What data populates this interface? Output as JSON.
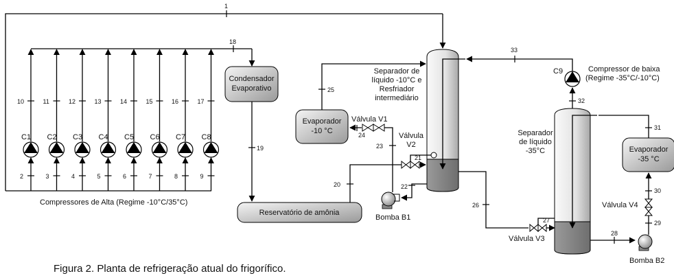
{
  "caption": "Figura 2. Planta de refrigeração atual do frigorífico.",
  "compressors_high": [
    "C1",
    "C2",
    "C3",
    "C4",
    "C5",
    "C6",
    "C7",
    "C8"
  ],
  "compressors_high_label": "Compressores de Alta (Regime -10°C/35°C)",
  "stream_numbers": {
    "discharge": [
      "10",
      "11",
      "12",
      "13",
      "14",
      "15",
      "16",
      "17"
    ],
    "suction": [
      "2",
      "3",
      "4",
      "5",
      "6",
      "7",
      "8",
      "9"
    ],
    "s1": "1",
    "s18": "18",
    "s19": "19",
    "s20": "20",
    "s21": "21",
    "s22": "22",
    "s23": "23",
    "s24": "24",
    "s25": "25",
    "s26": "26",
    "s27": "27",
    "s28": "28",
    "s29": "29",
    "s30": "30",
    "s31": "31",
    "s32": "32",
    "s33": "33"
  },
  "condenser": {
    "line1": "Condensador",
    "line2": "Evaporativo"
  },
  "reservoir": "Reservatório de amônia",
  "evaporator_1": {
    "line1": "Evaporador",
    "line2": "-10 °C"
  },
  "evaporator_2": {
    "line1": "Evaporador",
    "line2": "-35 °C"
  },
  "separator_1": {
    "line1": "Separador de",
    "line2": "líquido -10°C e",
    "line3": "Resfriador",
    "line4": "intermediário"
  },
  "separator_2": {
    "line1": "Separador",
    "line2": "de líquido",
    "line3": "-35°C"
  },
  "compressor_low": {
    "name": "C9",
    "line1": "Compressor de baixa",
    "line2": "(Regime -35°C/-10°C)"
  },
  "valves": {
    "v1": "Válvula V1",
    "v2_l1": "Válvula",
    "v2_l2": "V2",
    "v3": "Válvula V3",
    "v4": "Válvula V4"
  },
  "pumps": {
    "b1": "Bomba B1",
    "b2": "Bomba B2"
  }
}
